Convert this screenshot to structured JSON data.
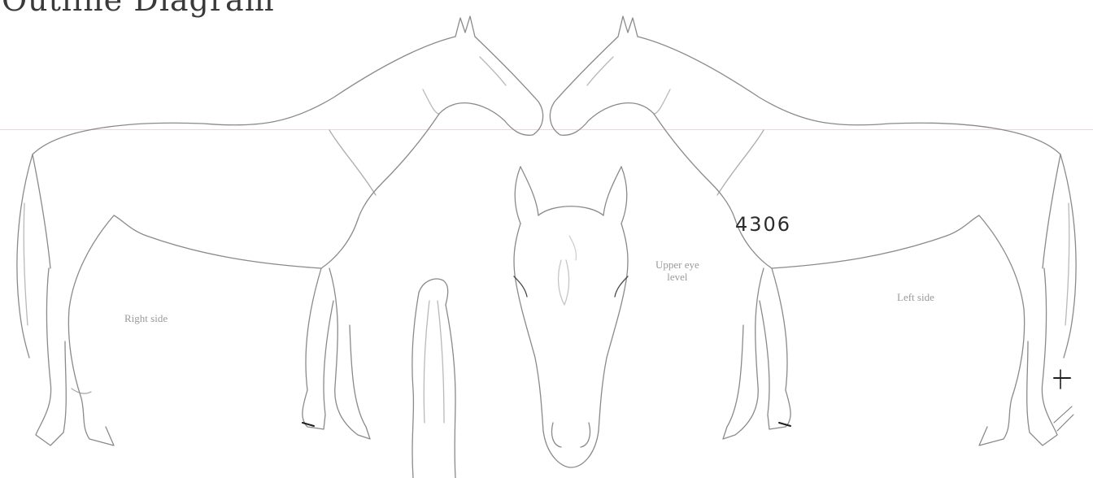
{
  "title": "Outline Diagram",
  "labels": {
    "right_side": "Right side",
    "left_side": "Left side",
    "upper_eye_level_line1": "Upper eye",
    "upper_eye_level_line2": "level"
  },
  "annotation": "4306",
  "colors": {
    "outline": "#8a8a8a",
    "ink": "#1e1e1e",
    "rule": "#ead6e3"
  }
}
